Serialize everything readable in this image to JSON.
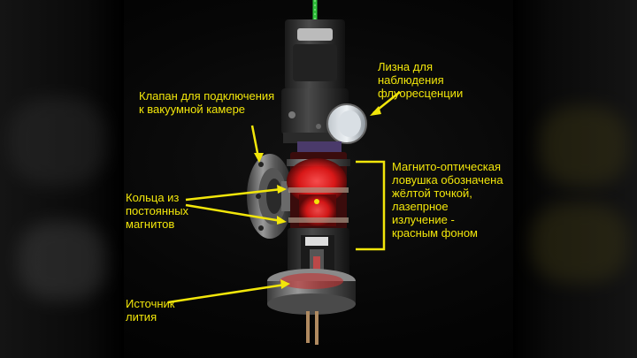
{
  "labels": {
    "lens": "Лизна для\nнаблюдения\nфлуоресценции",
    "valve": "Клапан для подключения\nк вакуумной камере",
    "mot": "Магнито-оптическая\nловушка обозначена\nжёлтой точкой,\nлазепрное\nизлучение -\nкрасным фоном",
    "rings": "Кольца из\nпостоянных\nмагнитов",
    "source": "Источник\nлития"
  },
  "colors": {
    "annotation": "#f2e60a",
    "laser_glow": "#ff2020",
    "background": "#000000",
    "cable": "#2fbf3a"
  }
}
